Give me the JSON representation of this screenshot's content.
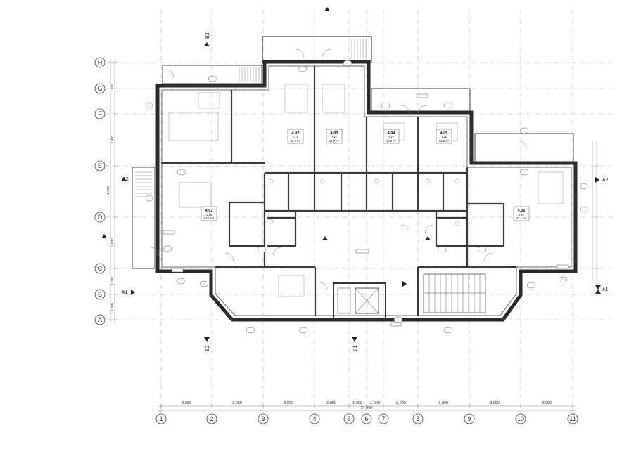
{
  "axes_columns": [
    {
      "label": "1"
    },
    {
      "label": "2"
    },
    {
      "label": "3"
    },
    {
      "label": "4"
    },
    {
      "label": "5"
    },
    {
      "label": "6"
    },
    {
      "label": "7"
    },
    {
      "label": "8"
    },
    {
      "label": "9"
    },
    {
      "label": "10"
    },
    {
      "label": "11"
    }
  ],
  "axes_rows": [
    {
      "label": "H"
    },
    {
      "label": "G"
    },
    {
      "label": "F"
    },
    {
      "label": "E"
    },
    {
      "label": "D"
    },
    {
      "label": "C"
    },
    {
      "label": "B"
    },
    {
      "label": "A"
    }
  ],
  "bottom_dims": [
    "3,000",
    "3,000",
    "3,000",
    "2,000",
    "1,000",
    "1,000",
    "2,000",
    "3,000",
    "3,000",
    "3,000"
  ],
  "bottom_total": "24,000",
  "left_dims": [
    "1,500",
    "3,000",
    "3,000",
    "1,500",
    "1,500"
  ],
  "left_total": "15,000",
  "sections": {
    "a1": "A1",
    "a2": "A2",
    "b1": "B1",
    "b2": "B2"
  },
  "apartments": [
    {
      "id": "a401",
      "num": "4.01",
      "type": "2 kk",
      "area": "54,1 m²"
    },
    {
      "id": "a402",
      "num": "4.02",
      "type": "1 kk",
      "area": "22,7 m²"
    },
    {
      "id": "a403",
      "num": "4.03",
      "type": "1 kk",
      "area": "22,7 m²"
    },
    {
      "id": "a404",
      "num": "4.04",
      "type": "1 kk",
      "area": "16,6 m²"
    },
    {
      "id": "a405",
      "num": "4.05",
      "type": "1 kk",
      "area": "16,6 m²"
    },
    {
      "id": "a406",
      "num": "4.06",
      "type": "1 kk",
      "area": "37,1 m²"
    }
  ]
}
